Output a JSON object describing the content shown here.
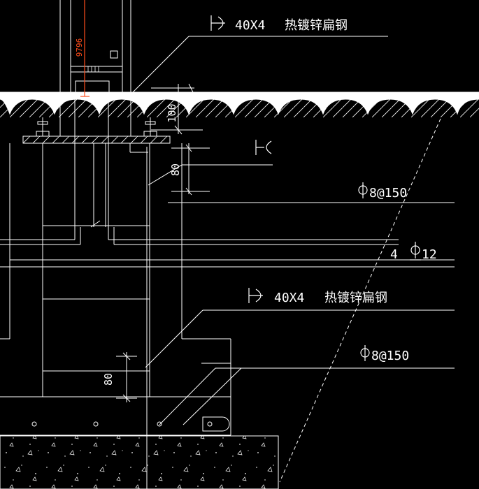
{
  "drawing": {
    "background": "#000000",
    "line_color": "#ffffff",
    "accent_color": "#ff4d1a",
    "coordinate_readout": "9796",
    "labels": {
      "flat_steel_top": {
        "size": "40X4",
        "material": "热镀锌扁钢"
      },
      "flat_steel_mid": {
        "size": "40X4",
        "material": "热镀锌扁钢"
      },
      "rebar_top": {
        "text": "8@150"
      },
      "rebar_mid": {
        "count": "4",
        "size": "12"
      },
      "rebar_bottom": {
        "text": "8@150"
      }
    },
    "dimensions": {
      "dim_100": "100",
      "dim_80_top": "80",
      "dim_80_bottom": "80"
    },
    "icons": [
      "flat-steel-symbol-icon",
      "diameter-symbol-icon",
      "weld-symbol-icon"
    ]
  }
}
